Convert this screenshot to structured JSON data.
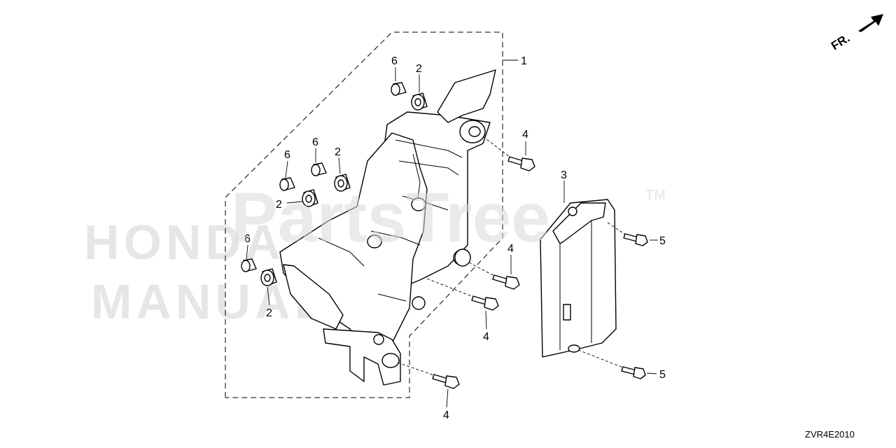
{
  "diagram": {
    "watermark": {
      "main": "PartsTree",
      "trademark": "TM",
      "background_line1": "HONDA",
      "background_line2": "MANUALS"
    },
    "direction_indicator": {
      "label": "FR."
    },
    "diagram_code": "ZVR4E2010",
    "callouts": [
      {
        "id": "c1",
        "number": "1"
      },
      {
        "id": "c2a",
        "number": "2"
      },
      {
        "id": "c2b",
        "number": "2"
      },
      {
        "id": "c2c",
        "number": "2"
      },
      {
        "id": "c2d",
        "number": "2"
      },
      {
        "id": "c2e",
        "number": "2"
      },
      {
        "id": "c3",
        "number": "3"
      },
      {
        "id": "c4a",
        "number": "4"
      },
      {
        "id": "c4b",
        "number": "4"
      },
      {
        "id": "c4c",
        "number": "4"
      },
      {
        "id": "c4d",
        "number": "4"
      },
      {
        "id": "c5a",
        "number": "5"
      },
      {
        "id": "c5b",
        "number": "5"
      },
      {
        "id": "c6a",
        "number": "6"
      },
      {
        "id": "c6b",
        "number": "6"
      },
      {
        "id": "c6c",
        "number": "6"
      },
      {
        "id": "c6d",
        "number": "6"
      }
    ]
  }
}
